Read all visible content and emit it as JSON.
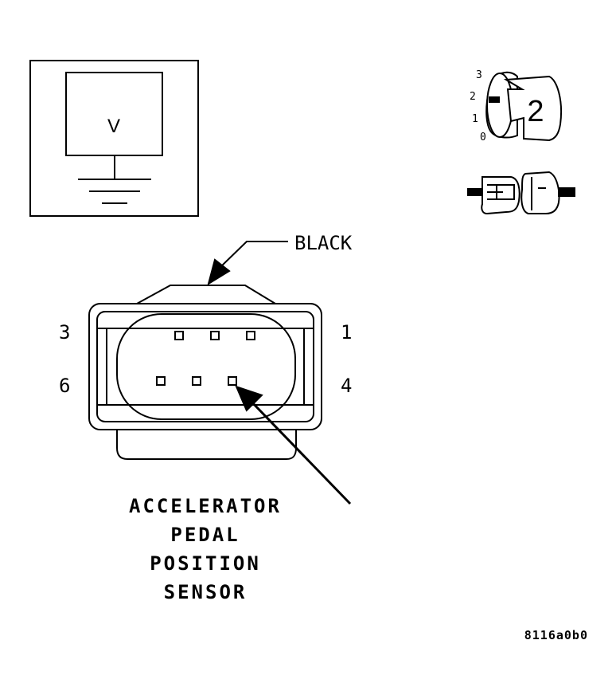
{
  "meter": {
    "symbol": "V"
  },
  "ignition": {
    "positions": [
      "3",
      "2",
      "1",
      "0"
    ],
    "key_number": "2"
  },
  "connector": {
    "color_label": "BLACK",
    "pins": {
      "p1": "1",
      "p3": "3",
      "p4": "4",
      "p6": "6"
    }
  },
  "component": {
    "name_lines": [
      "ACCELERATOR",
      "PEDAL",
      "POSITION",
      "SENSOR"
    ]
  },
  "figure_id": "8116a0b0"
}
